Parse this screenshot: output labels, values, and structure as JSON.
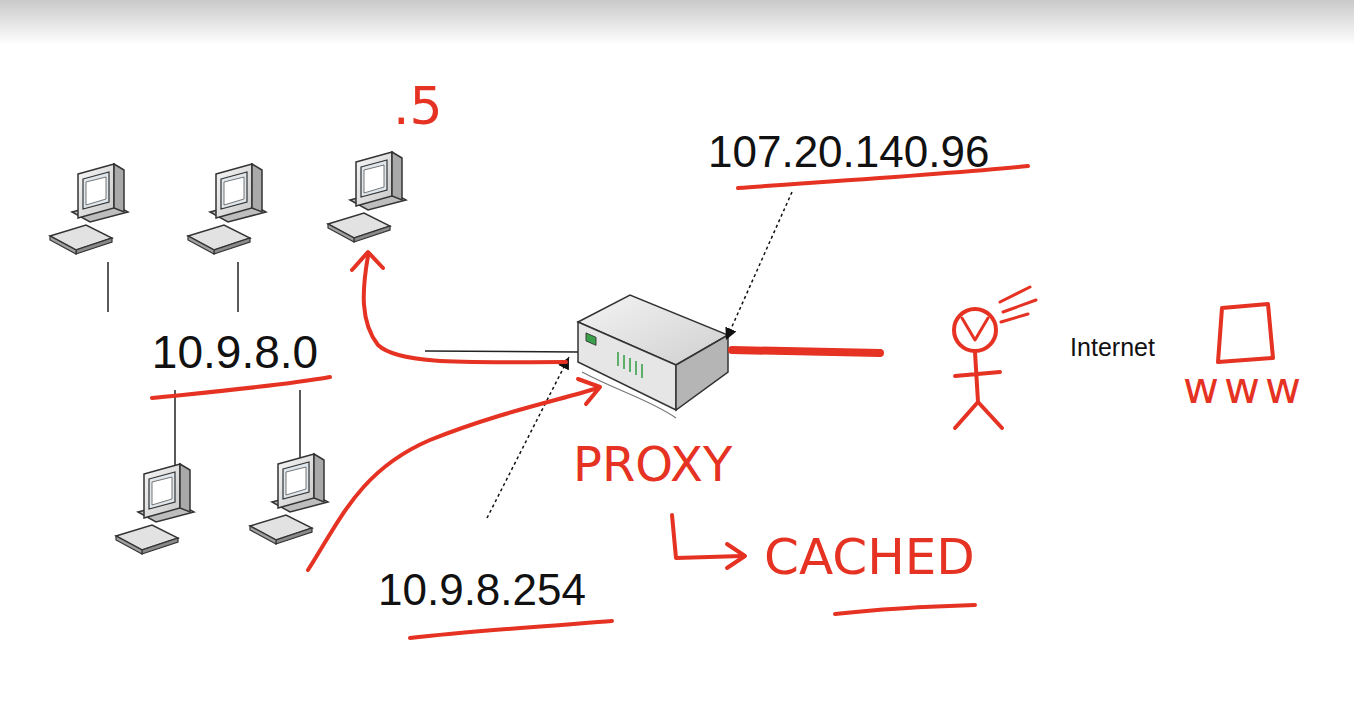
{
  "diagram": {
    "nodes": [
      {
        "text": [
          "10.9.8.0"
        ]
      },
      {
        "text": [
          "Internet"
        ]
      }
    ],
    "labels": [
      ".5",
      "107.20.140.96",
      "PROXY",
      "CACHED",
      "10.9.8.254",
      "www"
    ]
  }
}
